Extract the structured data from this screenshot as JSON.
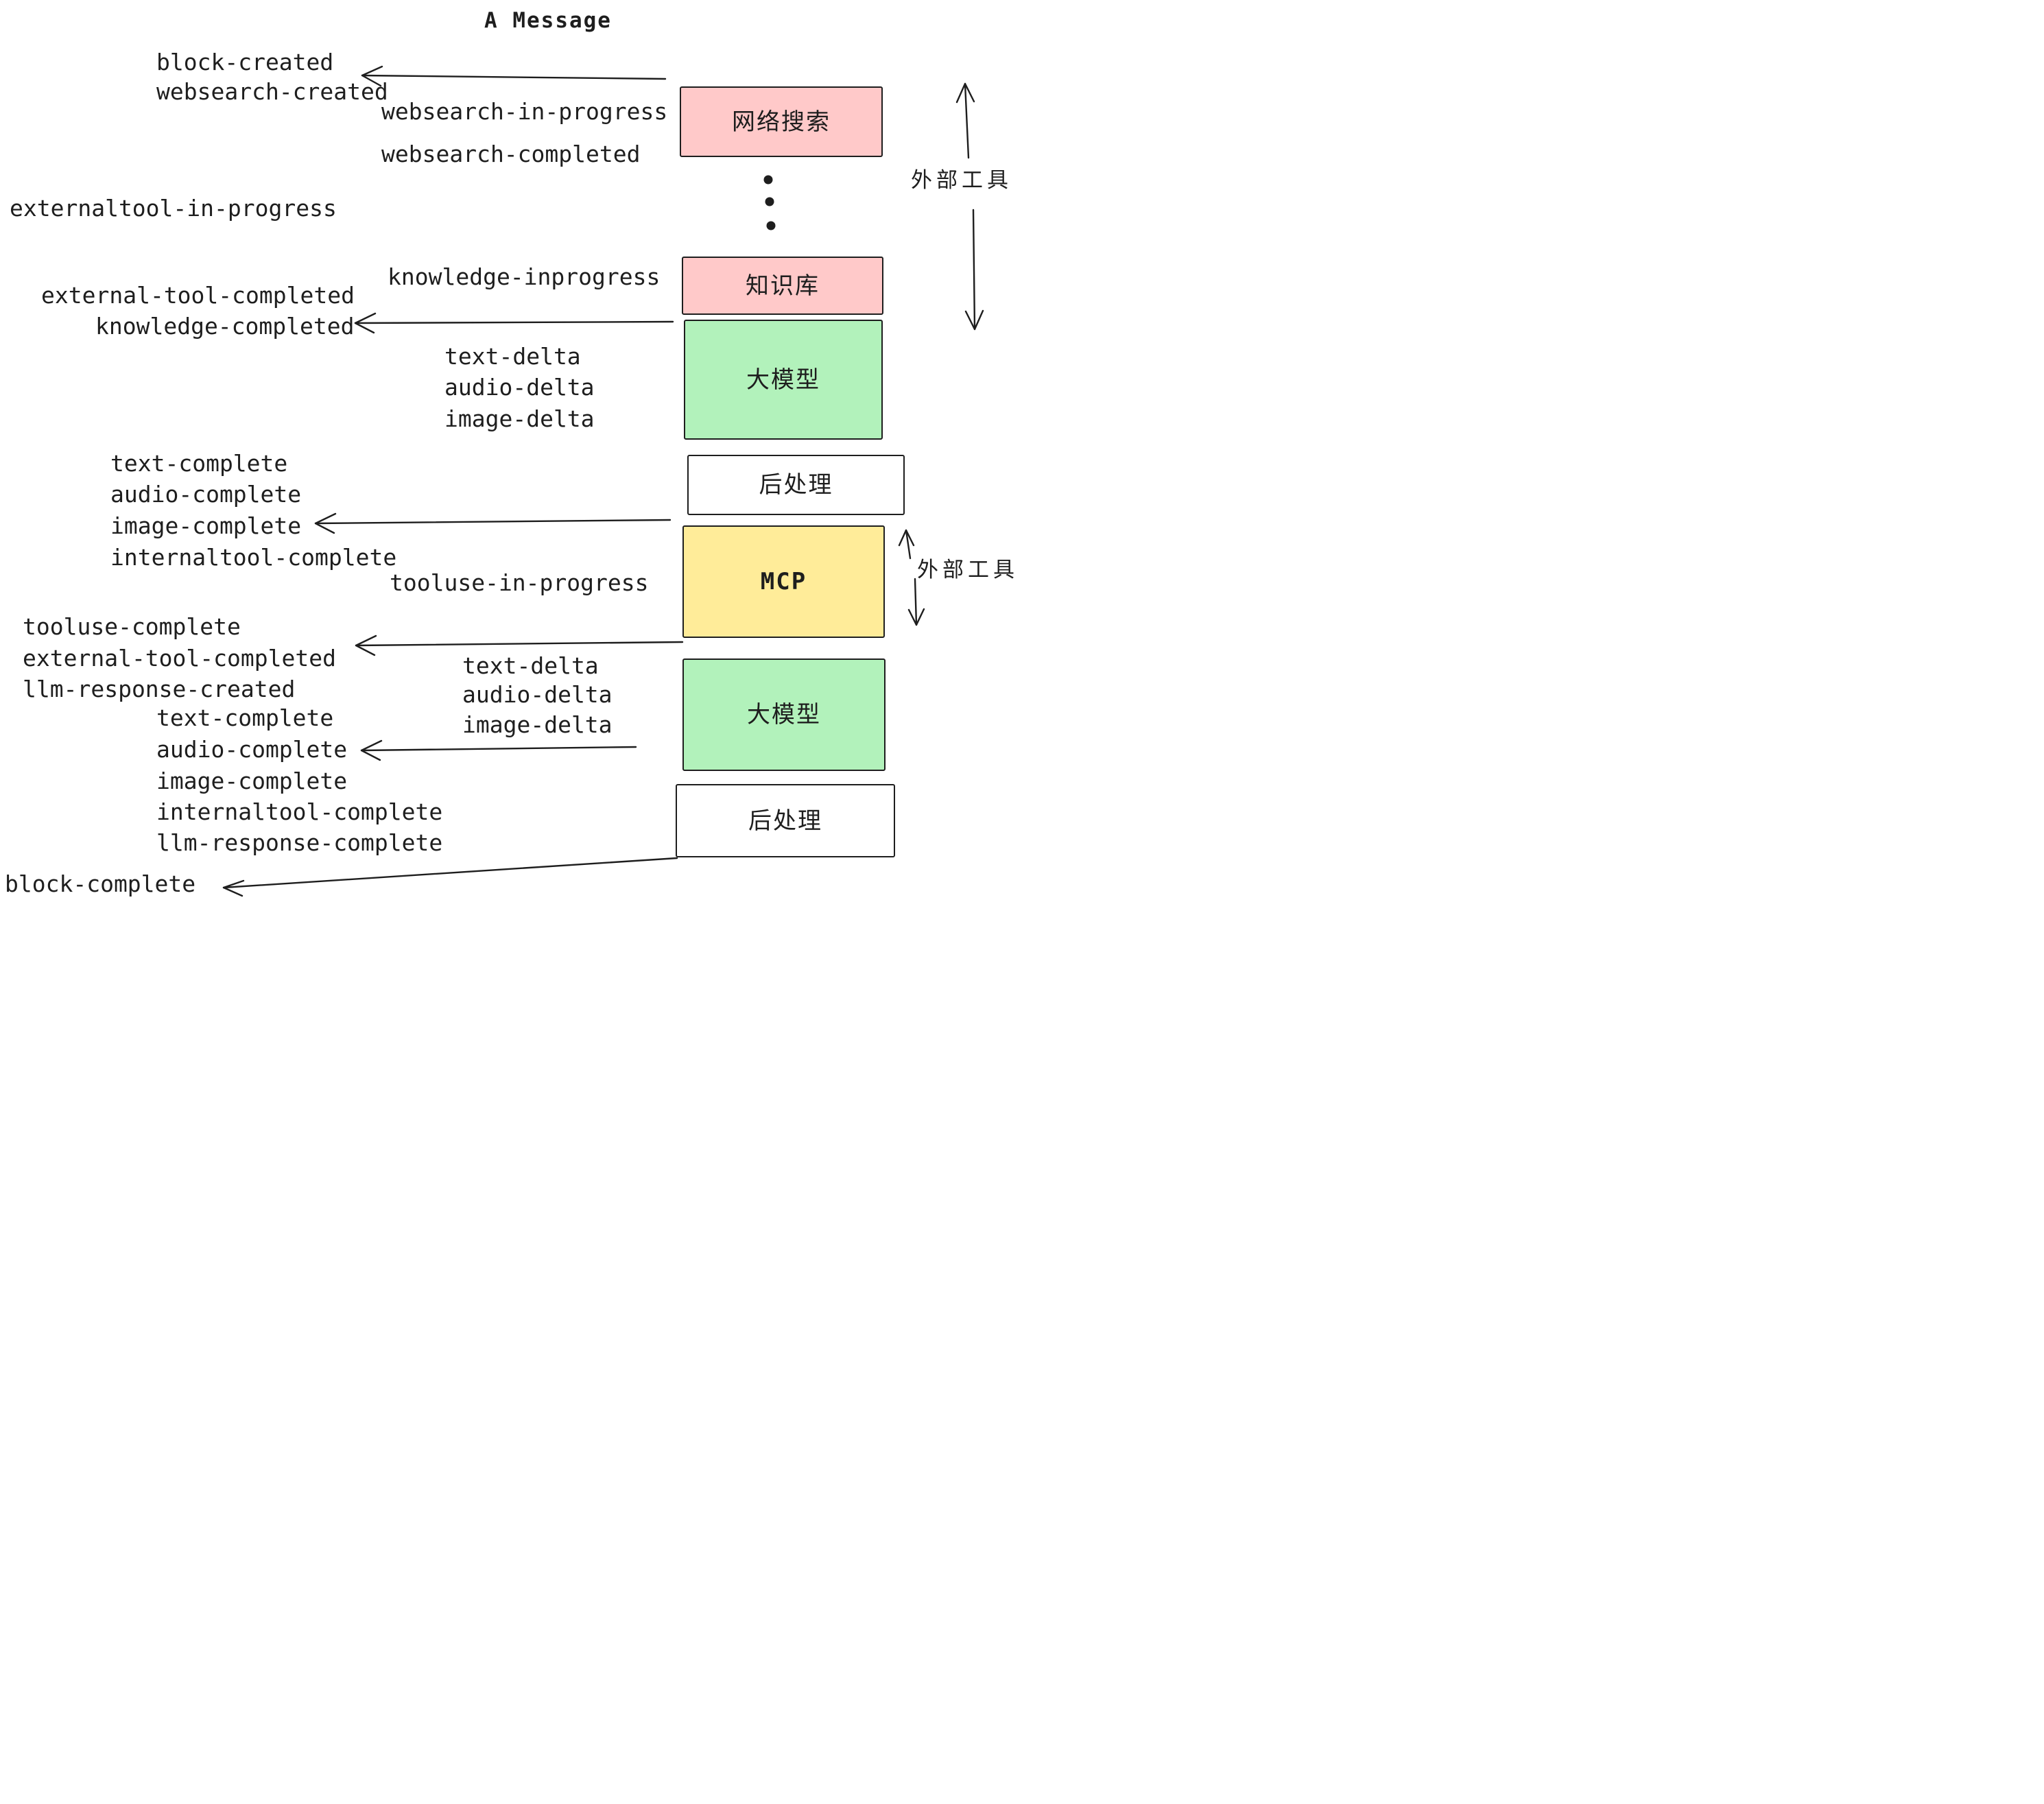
{
  "title": "A Message",
  "events": [
    "block-created",
    "websearch-created",
    "websearch-in-progress",
    "websearch-completed",
    "externaltool-in-progress",
    "knowledge-inprogress",
    "external-tool-completed",
    "knowledge-completed",
    "text-delta",
    "audio-delta",
    "image-delta",
    "text-complete",
    "audio-complete",
    "image-complete",
    "internaltool-complete",
    "tooluse-in-progress",
    "tooluse-complete",
    "external-tool-completed",
    "llm-response-created",
    "text-delta",
    "audio-delta",
    "image-delta",
    "text-complete",
    "audio-complete",
    "image-complete",
    "internaltool-complete",
    "llm-response-complete",
    "block-complete"
  ],
  "boxes": [
    {
      "label": "网络搜索",
      "color": "#ffc9c9"
    },
    {
      "label": "知识库",
      "color": "#ffc9c9"
    },
    {
      "label": "大模型",
      "color": "#b2f2bb"
    },
    {
      "label": "后处理",
      "color": "#ffffff"
    },
    {
      "label": "MCP",
      "color": "#ffec99"
    },
    {
      "label": "大模型",
      "color": "#b2f2bb"
    },
    {
      "label": "后处理",
      "color": "#ffffff"
    }
  ],
  "side_labels": [
    {
      "label": "外部工具"
    },
    {
      "label": "外部工具"
    }
  ],
  "colors": {
    "pink": "#ffc9c9",
    "green": "#b2f2bb",
    "yellow": "#ffec99",
    "white": "#ffffff",
    "ink": "#1e1e1e"
  }
}
